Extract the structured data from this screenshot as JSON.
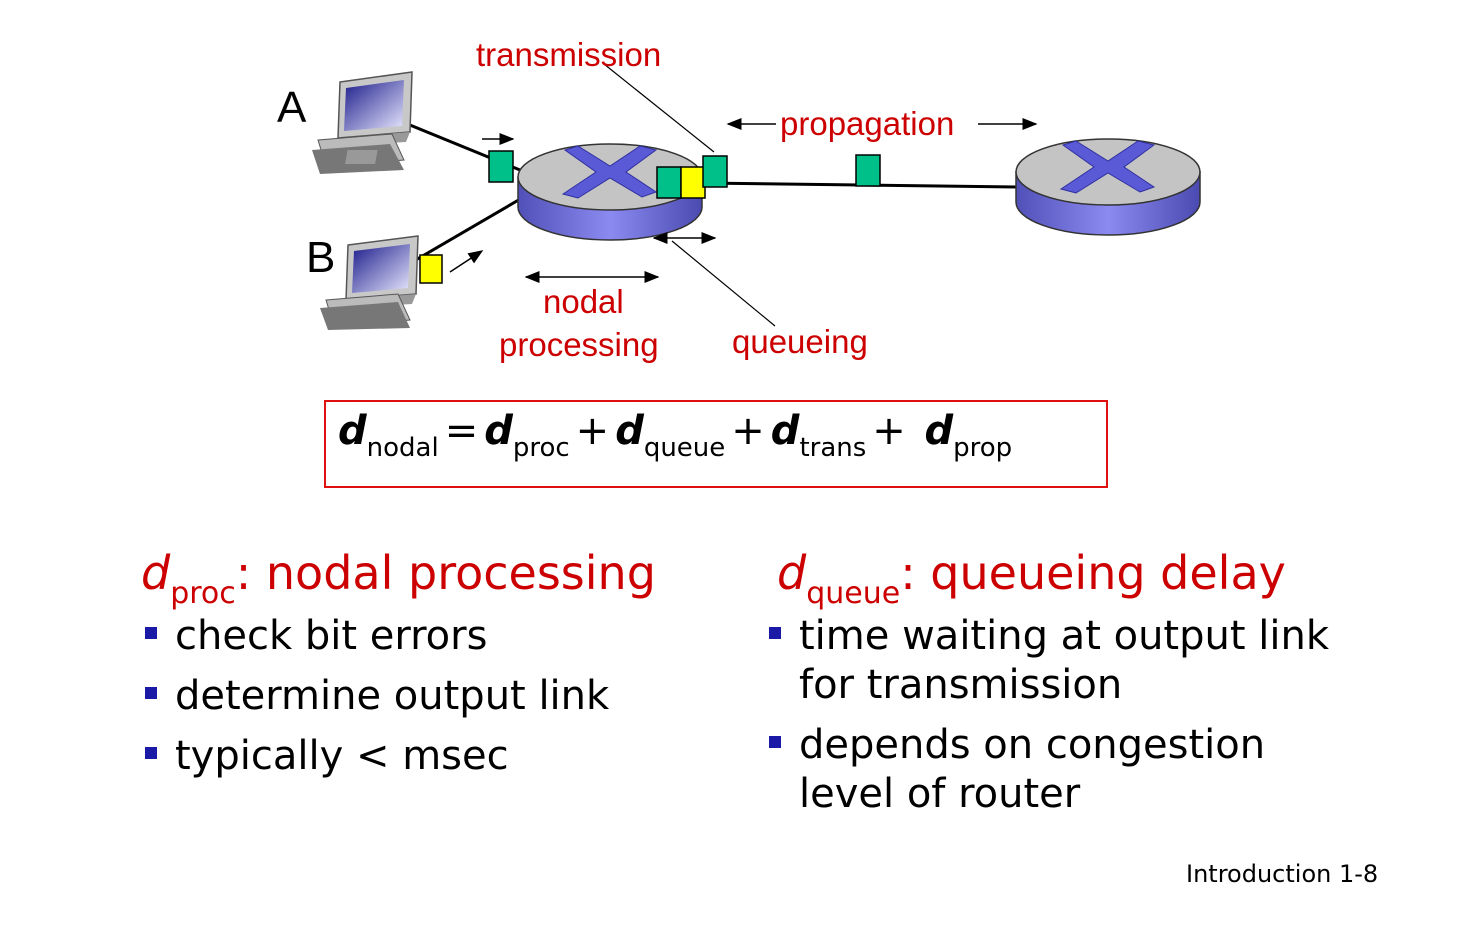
{
  "labels": {
    "transmission": "transmission",
    "propagation": "propagation",
    "nodal_line1": "nodal",
    "nodal_line2": "processing",
    "queueing": "queueing",
    "host_a": "A",
    "host_b": "B"
  },
  "formula": {
    "d": "d",
    "nodal": "nodal",
    "proc": "proc",
    "queue": "queue",
    "trans": "trans",
    "prop": "prop",
    "equals": "=",
    "plus": "+"
  },
  "left_column": {
    "head_d": "d",
    "head_sub": "proc",
    "head_rest": ": nodal processing",
    "bullets": [
      "check bit errors",
      "determine output link",
      "typically < msec"
    ]
  },
  "right_column": {
    "head_d": "d",
    "head_sub": "queue",
    "head_rest": ": queueing delay",
    "bullets": [
      "time waiting at output link for transmission",
      "depends on congestion level of router"
    ]
  },
  "footer": "Introduction 1-8",
  "colors": {
    "label_red": "#cc0000",
    "packet_green": "#00c08a",
    "packet_yellow": "#ffff00",
    "router_blue": "#6a6ad8",
    "bullet_blue": "#1a1aa6"
  }
}
